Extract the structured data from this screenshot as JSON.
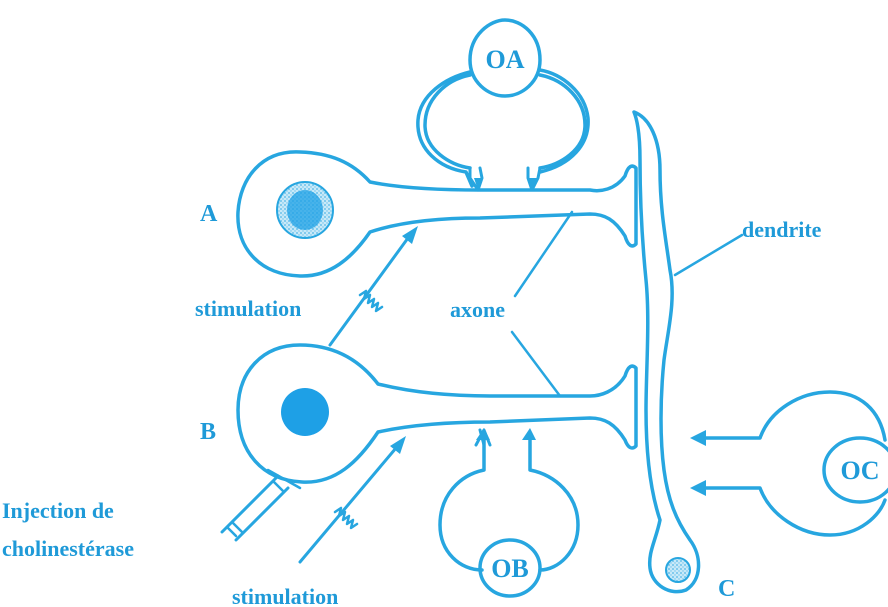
{
  "labels": {
    "neuron_a": "A",
    "neuron_b": "B",
    "neuron_c": "C",
    "organ_a": "OA",
    "organ_b": "OB",
    "organ_c": "OC",
    "dendrite": "dendrite",
    "axone": "axone",
    "stimulation_a": "stimulation",
    "stimulation_b": "stimulation",
    "injection_line1": "Injection de",
    "injection_line2": "cholinestérase"
  },
  "colors": {
    "ink": "#27a6e0",
    "fill_light": "#d6effa",
    "fill_medium": "#a9dcf3",
    "nucleus": "#1ea0e6"
  }
}
